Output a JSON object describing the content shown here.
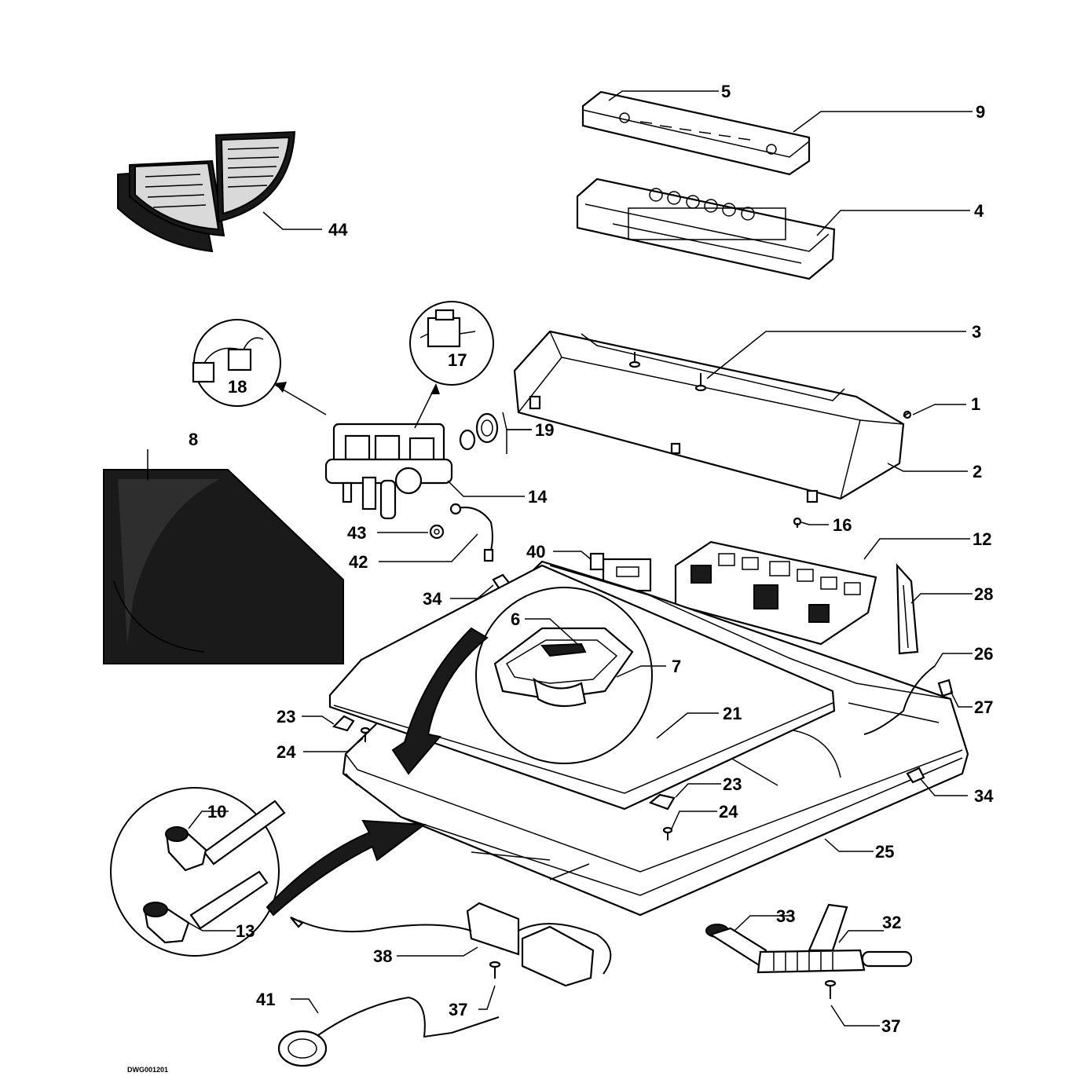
{
  "callouts": {
    "p1": "1",
    "p2": "2",
    "p3": "3",
    "p4": "4",
    "p5": "5",
    "p6": "6",
    "p7": "7",
    "p8": "8",
    "p9": "9",
    "p10": "10",
    "p12": "12",
    "p13": "13",
    "p14": "14",
    "p16": "16",
    "p17": "17",
    "p18": "18",
    "p19": "19",
    "p21": "21",
    "p23a": "23",
    "p23b": "23",
    "p24a": "24",
    "p24b": "24",
    "p25": "25",
    "p26": "26",
    "p27": "27",
    "p28": "28",
    "p32": "32",
    "p33": "33",
    "p34a": "34",
    "p34b": "34",
    "p37a": "37",
    "p37b": "37",
    "p38": "38",
    "p40": "40",
    "p41": "41",
    "p42": "42",
    "p43": "43",
    "p44": "44"
  },
  "drawing_number": "DWG001201"
}
